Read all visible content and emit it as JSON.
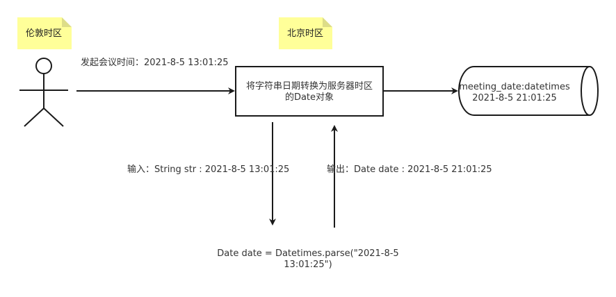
{
  "notes": {
    "london": "伦敦时区",
    "beijing": "北京时区"
  },
  "labels": {
    "initiate": "发起会议时间：2021-8-5 13:01:25",
    "input": "输入：String str : 2021-8-5 13:01:25",
    "output": "输出：Date date : 2021-8-5 21:01:25"
  },
  "process": {
    "line1": "将字符串日期转换为服务器时区",
    "line2": "的Date对象"
  },
  "database": {
    "line1": "meeting_date:datetimes",
    "line2": "2021-8-5 21:01:25"
  },
  "parse": {
    "line1": "Date date = Datetimes.parse(\"2021-8-5",
    "line2": "13:01:25\")"
  },
  "colors": {
    "note_fill": "#ffff99",
    "note_fold": "#dddd88",
    "stroke": "#1a1a1a"
  }
}
